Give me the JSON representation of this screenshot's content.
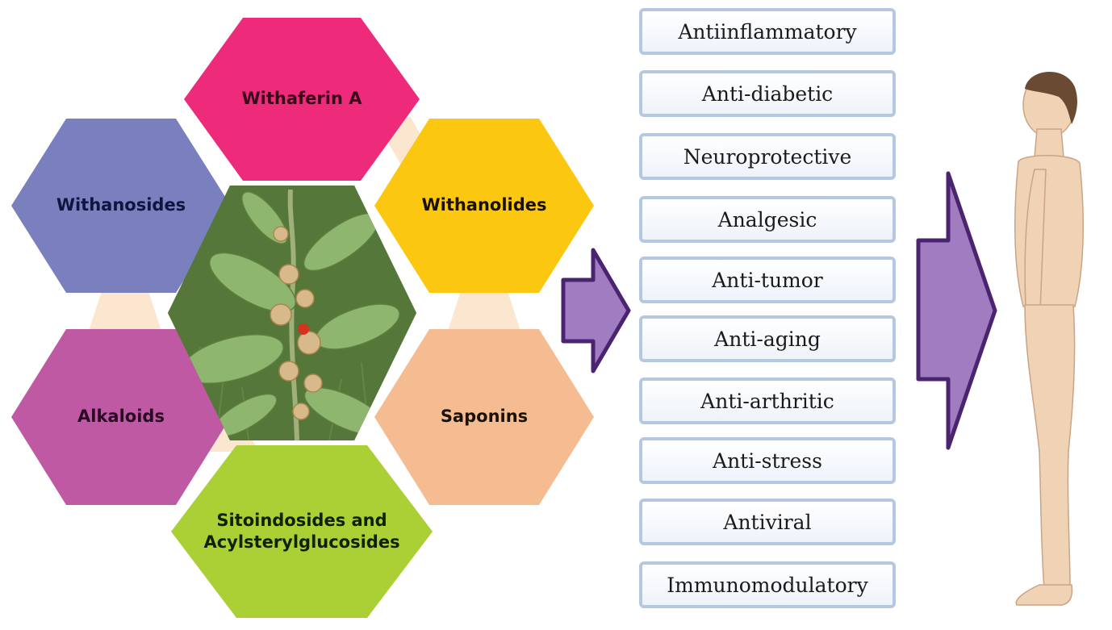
{
  "hexagons": {
    "withaferin": {
      "label": "Withaferin A",
      "color": "#ee2a7b",
      "text_color": "#3a0a1a"
    },
    "withanosides": {
      "label": "Withanosides",
      "color": "#7a7fbe",
      "text_color": "#0f1540"
    },
    "withanolides": {
      "label": "Withanolides",
      "color": "#fcc711",
      "text_color": "#1a1200"
    },
    "alkaloids": {
      "label": "Alkaloids",
      "color": "#bf59a3",
      "text_color": "#2a0a24"
    },
    "saponins": {
      "label": "Saponins",
      "color": "#f6bc91",
      "text_color": "#1a1208"
    },
    "sitoindosides": {
      "label": "Sitoindosides and Acylsterylglucosides",
      "color": "#abd036",
      "text_color": "#102000"
    }
  },
  "effects": [
    "Antiinflammatory",
    "Anti-diabetic",
    "Neuroprotective",
    "Analgesic",
    "Anti-tumor",
    "Anti-aging",
    "Anti-arthritic",
    "Anti-stress",
    "Antiviral",
    "Immunomodulatory"
  ],
  "colors": {
    "arrow_fill": "#a07cc0",
    "arrow_stroke": "#4b2470",
    "effect_border": "#b5c8e3",
    "connector": "#fbe7cf",
    "skin": "#f0d2b4",
    "hair": "#6b4a34"
  },
  "icons": {
    "plant": "ashwagandha-plant-photo",
    "human": "human-body-figure",
    "arrow": "right-arrow-icon"
  }
}
